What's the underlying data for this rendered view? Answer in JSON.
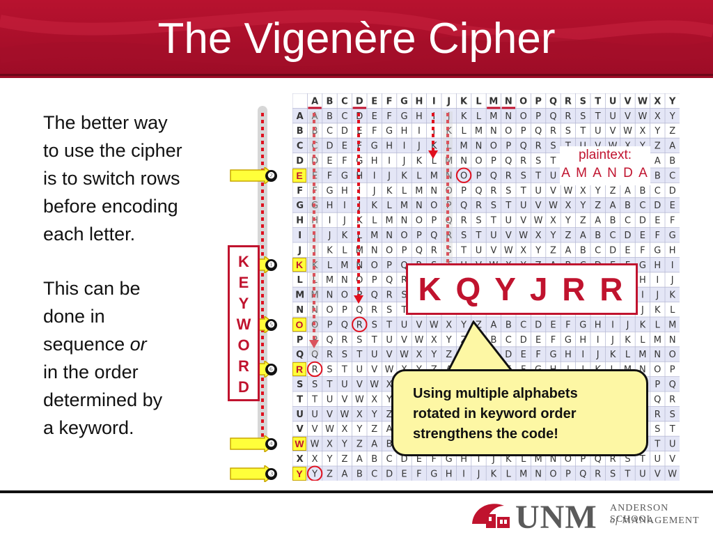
{
  "slide": {
    "title": "The Vigenère Cipher"
  },
  "body": {
    "paragraph1": "The better way\nto use the cipher\nis to switch rows\nbefore encoding\neach letter.",
    "paragraph2_a": "This can be\ndone in\nsequence ",
    "paragraph2_or": "or",
    "paragraph2_b": "\nin the order\ndetermined by\na keyword."
  },
  "tableau": {
    "alphabet": "ABCDEFGHIJKLMNOPQRSTUVWXYZ",
    "header_underlined_columns": [
      "A",
      "D",
      "M",
      "N"
    ],
    "circled_cells": [
      {
        "row": "E",
        "col": "K"
      },
      {
        "row": "O",
        "col": "D"
      },
      {
        "row": "R",
        "col": "A"
      },
      {
        "row": "Y",
        "col": "A"
      }
    ]
  },
  "keyword": {
    "letters": [
      "K",
      "E",
      "Y",
      "W",
      "O",
      "R",
      "D"
    ]
  },
  "steps": [
    {
      "number": "❷",
      "letter": "E"
    },
    {
      "number": "❶",
      "letter": "K"
    },
    {
      "number": "❺",
      "letter": "O"
    },
    {
      "number": "❻",
      "letter": "R"
    },
    {
      "number": "❹",
      "letter": "W"
    },
    {
      "number": "❸",
      "letter": "Y"
    }
  ],
  "plaintext": {
    "label": "plaintext:",
    "value": "A M A N D A"
  },
  "ciphertext": {
    "value": "K Q Y J R R"
  },
  "callout": {
    "text": "Using multiple alphabets\nrotated in keyword order\nstrengthens the code!"
  },
  "footer": {
    "logo_text": "UNM",
    "school_line1": "ANDERSON SCHOOL",
    "school_line2_prefix": "of",
    "school_line2_suffix": " MANAGEMENT"
  },
  "colors": {
    "banner_red": "#b8122f",
    "accent_red": "#c0132e",
    "highlight_yellow": "#ffff3a",
    "callout_yellow": "#fdf7a4",
    "row_band_blue": "#e4e6f6"
  }
}
